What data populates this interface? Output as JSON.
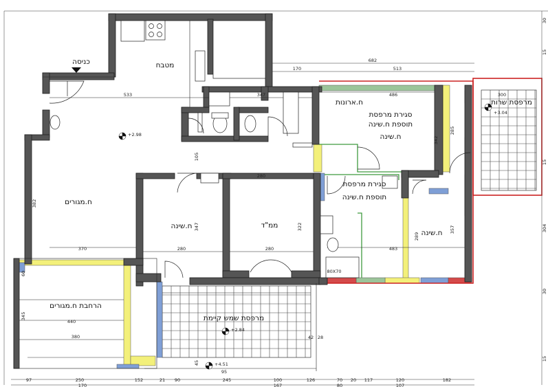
{
  "rooms": {
    "entrance": "כניסה",
    "kitchen": "מטבח",
    "living": "ח.מגורים",
    "bedroom_a": "ח.שינה",
    "safe_room": "ממ\"ד",
    "wardrobe": "ח.ארונות",
    "balcony_closure_1_line1": "סגירת מרפסת",
    "balcony_closure_1_line2": "תוספת ח.שינה",
    "balcony_closure_1_line3": "ח.שינה",
    "balcony_closure_2_line1": "סגירת מרפסת",
    "balcony_closure_2_line2": "תוספת ח.שינה",
    "bedroom_b": "ח.שינה",
    "living_extension": "הרחבת ח.מגורים",
    "terrace": "מרפסת שמש קיימת",
    "service_balcony": "מרפסת שרות"
  },
  "levels": {
    "main": "+2.98",
    "terrace": "+2.84",
    "lower": "+4.51",
    "service": "+3.04"
  },
  "dimensions": {
    "top_682": "682",
    "top_513": "513",
    "top_170": "170",
    "inner_533": "533",
    "inner_347": "347",
    "inner_486": "486",
    "inner_280": "280",
    "right_300": "300",
    "v_342": "342",
    "v_285": "285",
    "v_105": "105",
    "v_382": "382",
    "mid_370": "370",
    "mid_280a": "280",
    "mid_280b": "280",
    "v_347": "347",
    "v_322": "322",
    "v_357": "357",
    "v_289": "289",
    "mid_483": "483",
    "ext_440": "440",
    "ext_380": "380",
    "v_345": "345",
    "v_60": "60",
    "shower": "80X70",
    "small_42": "42",
    "small_28": "28",
    "small_45": "45",
    "small_95": "95",
    "bottom_1": "97",
    "bottom_2": "250",
    "bottom_3": "152",
    "bottom_4": "21",
    "bottom_5": "90",
    "bottom_6": "245",
    "bottom_7": "100",
    "bottom_8": "126",
    "bottom_9": "70",
    "bottom_10": "20",
    "bottom_11": "117",
    "bottom_12": "120",
    "bottom_13": "182",
    "bottom_row2_1": "170",
    "bottom_row2_2": "167",
    "bottom_row2_3": "80",
    "bottom_row2_4": "107",
    "right_1": "30",
    "right_2": "15",
    "right_3": "304",
    "right_4": "15",
    "right_5": "30",
    "right_6": "15"
  },
  "colors": {
    "wall": "#555555",
    "yellow_strip": "#f3f07a",
    "green_strip": "#9cc59a",
    "blue_strip": "#7f9fd6",
    "red_outline": "#cc2222",
    "green_outline": "#3f9a3f"
  }
}
